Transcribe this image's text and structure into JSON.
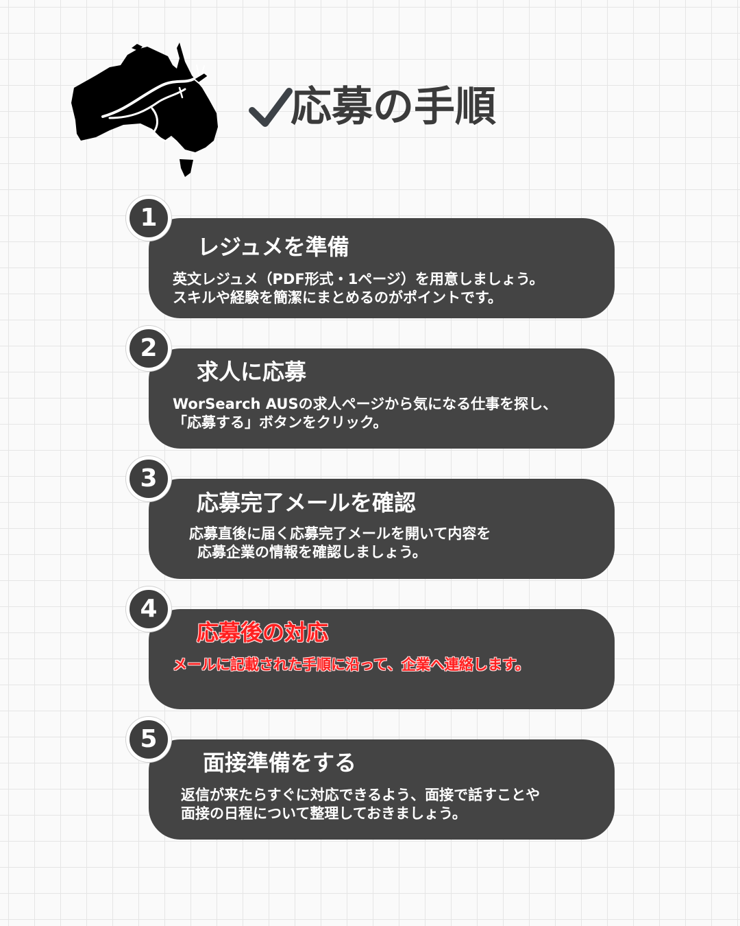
{
  "icons": {
    "logo": "australia-kangaroo-icon",
    "title_mark": "checkmark-icon"
  },
  "colors": {
    "card": "#444444",
    "badge": "#3e3e3e",
    "title": "#3b3b3b",
    "accent_red": "#ff2020"
  },
  "title": "応募の手順",
  "steps": [
    {
      "number": "1",
      "title": "レジュメを準備",
      "lines": [
        "英文レジュメ（PDF形式・1ページ）を用意しましょう。",
        "スキルや経験を簡潔にまとめるのがポイントです。"
      ]
    },
    {
      "number": "2",
      "title": "求人に応募",
      "lines": [
        "WorSearch AUSの求人ページから気になる仕事を探し、",
        "「応募する」ボタンをクリック。"
      ]
    },
    {
      "number": "3",
      "title": "応募完了メールを確認",
      "lines": [
        "応募直後に届く応募完了メールを開いて内容を",
        "応募企業の情報を確認しましょう。"
      ]
    },
    {
      "number": "4",
      "title": "応募後の対応",
      "lines": [
        "メールに記載された手順に沿って、企業へ連絡します。"
      ]
    },
    {
      "number": "5",
      "title": "面接準備をする",
      "lines": [
        "返信が来たらすぐに対応できるよう、面接で話すことや",
        "面接の日程について整理しておきましょう。"
      ]
    }
  ]
}
